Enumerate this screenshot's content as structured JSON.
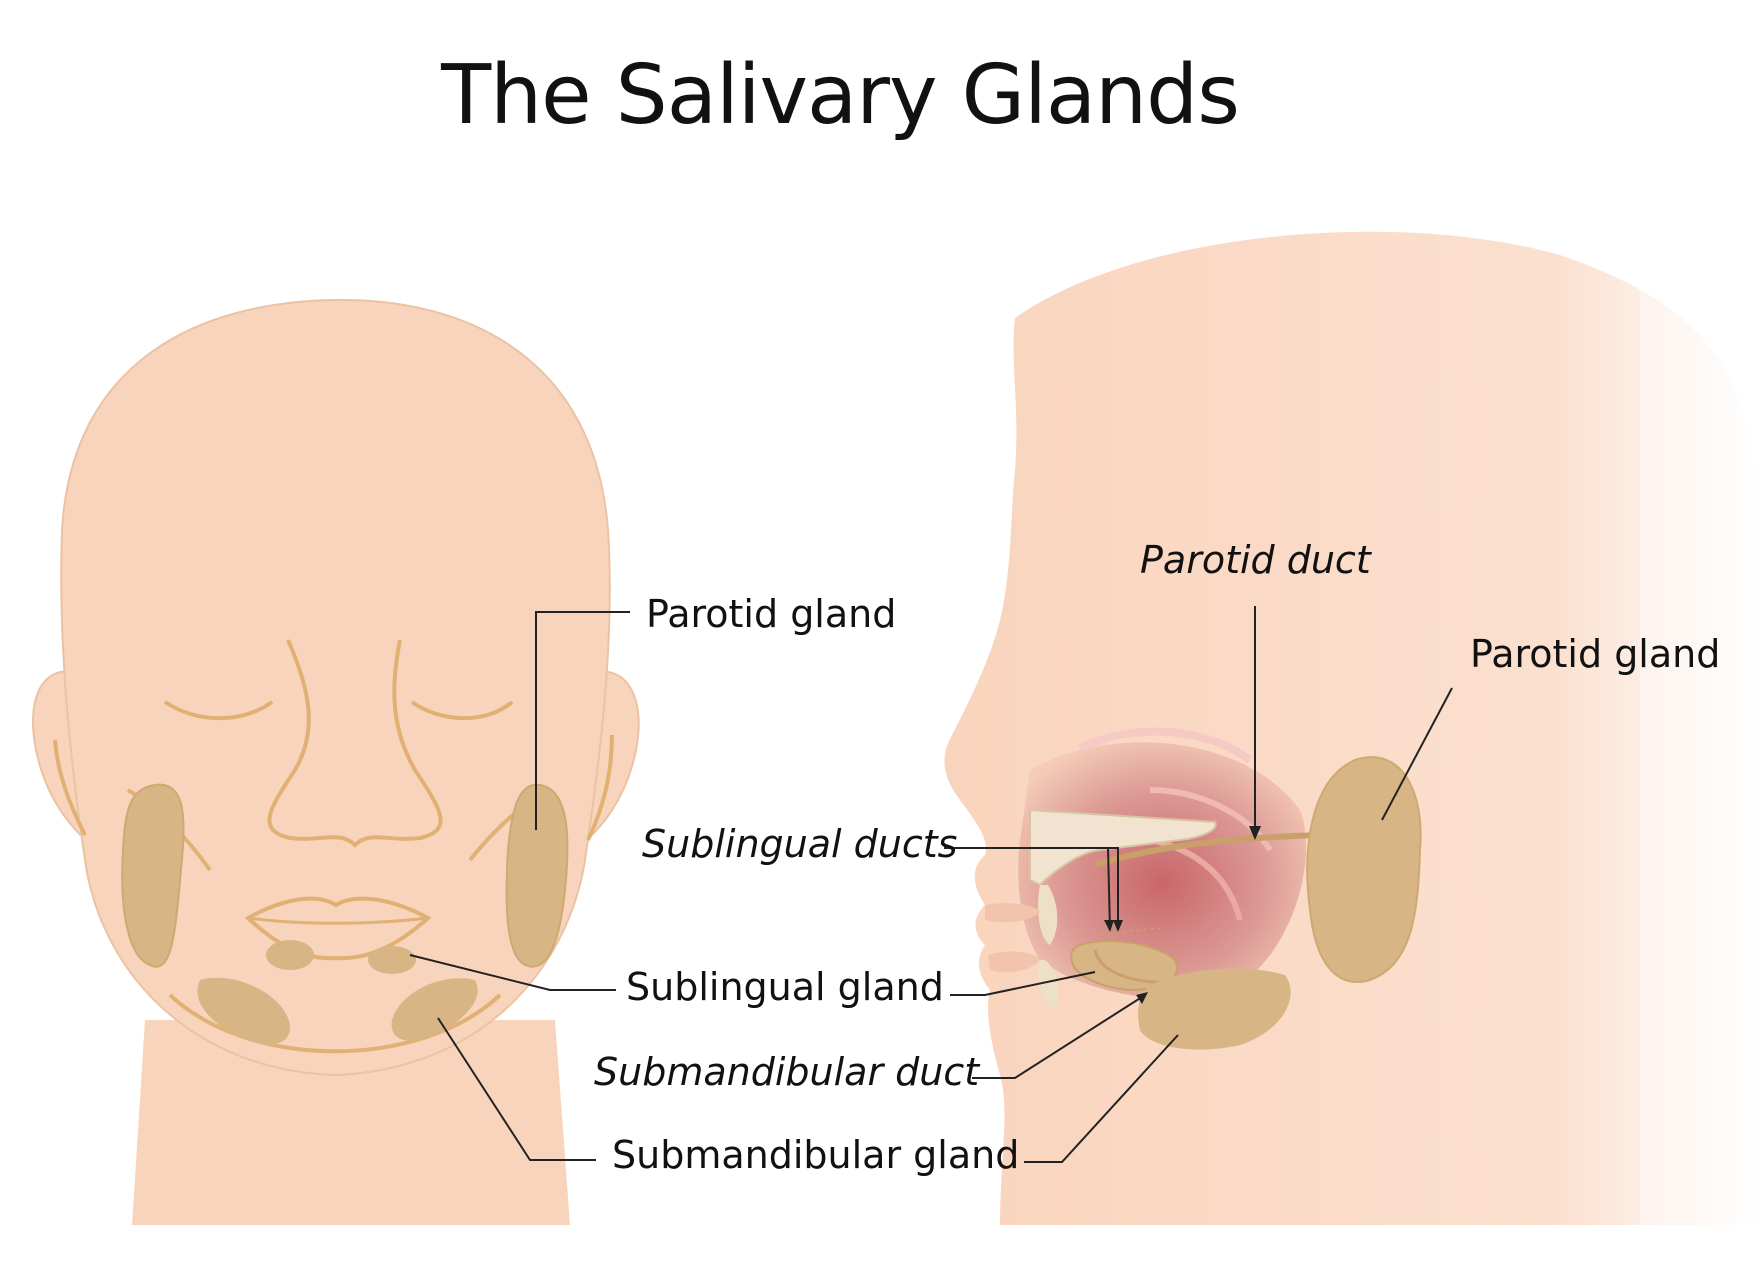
{
  "title": "The Salivary Glands",
  "labels": {
    "front_parotid_gland": "Parotid gland",
    "side_parotid_duct": "Parotid duct",
    "side_parotid_gland": "Parotid gland",
    "sublingual_ducts": "Sublingual ducts",
    "sublingual_gland": "Sublingual gland",
    "submandibular_duct": "Submandibular duct",
    "submandibular_gland": "Submandibular gland"
  },
  "colors": {
    "skin": "#f9d4bd",
    "skin_outline": "#e9bf9d",
    "gland": "#d8b585",
    "gland_outline": "#c9a06a",
    "mouth_interior": "#c97873",
    "leader_line": "#222222"
  }
}
